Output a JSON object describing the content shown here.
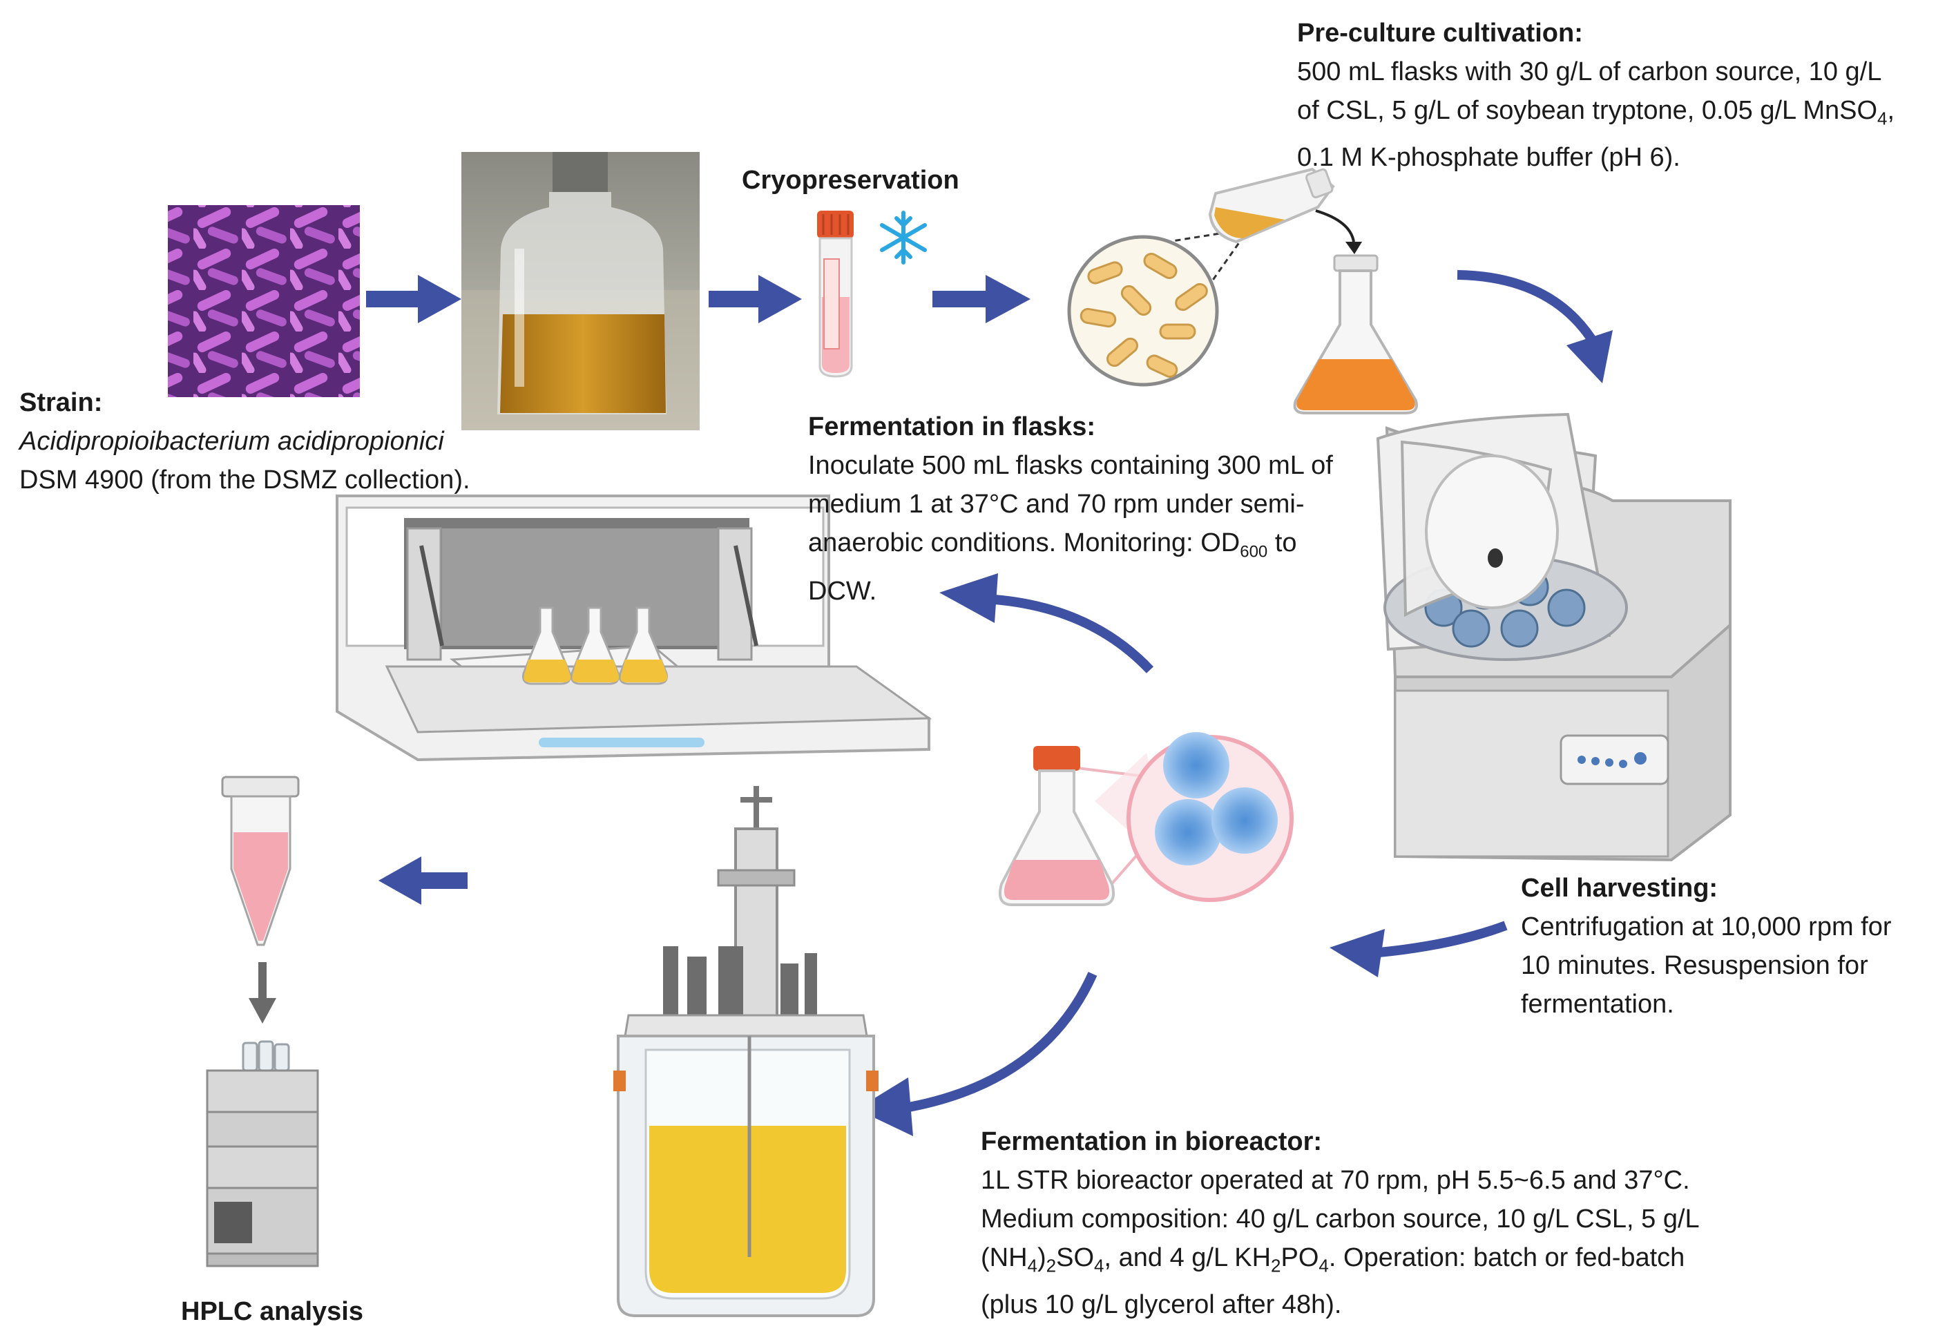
{
  "strain": {
    "title": "Strain:",
    "species": "Acidipropioibacterium acidipropionici",
    "detail": "DSM 4900 (from the DSMZ collection)."
  },
  "cryo": {
    "title": "Cryopreservation"
  },
  "preculture": {
    "title": "Pre-culture cultivation:",
    "lines": [
      "500 mL flasks with 30 g/L of carbon source, 10 g/L",
      "of CSL, 5 g/L of soybean tryptone, 0.05 g/L MnSO",
      "0.1 M K-phosphate buffer (pH 6)."
    ],
    "line2_sub": "4",
    "line2_tail": ","
  },
  "flasks": {
    "title": "Fermentation in flasks:",
    "lines": [
      "Inoculate 500 mL flasks containing 300 mL of",
      "medium 1 at 37°C and 70 rpm under semi-",
      "anaerobic conditions. Monitoring: OD",
      "DCW."
    ],
    "od_sub": "600",
    "od_tail": " to"
  },
  "harvest": {
    "title": "Cell harvesting:",
    "lines": [
      "Centrifugation at 10,000 rpm for",
      "10 minutes. Resuspension for",
      "fermentation."
    ]
  },
  "bioreactor": {
    "title": "Fermentation in bioreactor:",
    "line1": "1L STR bioreactor operated at 70 rpm, pH 5.5~6.5 and 37°C.",
    "line2": "Medium composition: 40 g/L carbon source, 10 g/L CSL, 5 g/L",
    "line3_a": "(NH",
    "line3_s1": "4",
    "line3_b": ")",
    "line3_s2": "2",
    "line3_c": "SO",
    "line3_s3": "4",
    "line3_d": ", and 4 g/L KH",
    "line3_s4": "2",
    "line3_e": "PO",
    "line3_s5": "4",
    "line3_f": ". Operation: batch or fed-batch",
    "line4": "(plus 10 g/L glycerol after 48h)."
  },
  "hplc": {
    "title": "HPLC analysis"
  },
  "colors": {
    "arrow": "#3f51a3",
    "bacteria": "#b65bc9",
    "broth": "#c9901c",
    "orange_medium": "#f08a2c",
    "pink_medium": "#f4a6b0",
    "cell_blue": "#7fb2e6",
    "bioreactor_liquid": "#f2c830",
    "snowflake": "#2aa7e0"
  },
  "icons": [
    "bacteria-micrograph",
    "culture-bottle-photo",
    "cryovial-icon",
    "snowflake-icon",
    "magnifier-bacteria-icon",
    "pouring-flask-icon",
    "erlenmeyer-flask-icon",
    "centrifuge-icon",
    "incubator-shaker-icon",
    "flask-with-cells-icon",
    "bioreactor-icon",
    "falcon-tube-icon",
    "hplc-system-icon"
  ]
}
